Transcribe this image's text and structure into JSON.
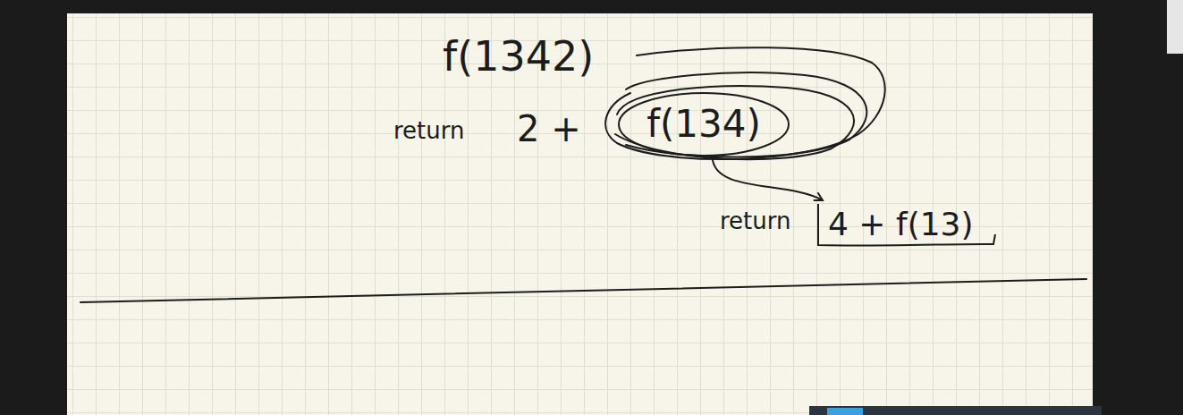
{
  "diagram": {
    "nodes": [
      {
        "text": [
          "f(134)"
        ]
      },
      {
        "text": [
          "4 + f(13)"
        ]
      }
    ],
    "edges": [
      {
        "from": 0,
        "to": 1,
        "arrow": "to"
      }
    ],
    "labels": [
      "f(1342)",
      "return",
      "2 +",
      "return"
    ]
  }
}
